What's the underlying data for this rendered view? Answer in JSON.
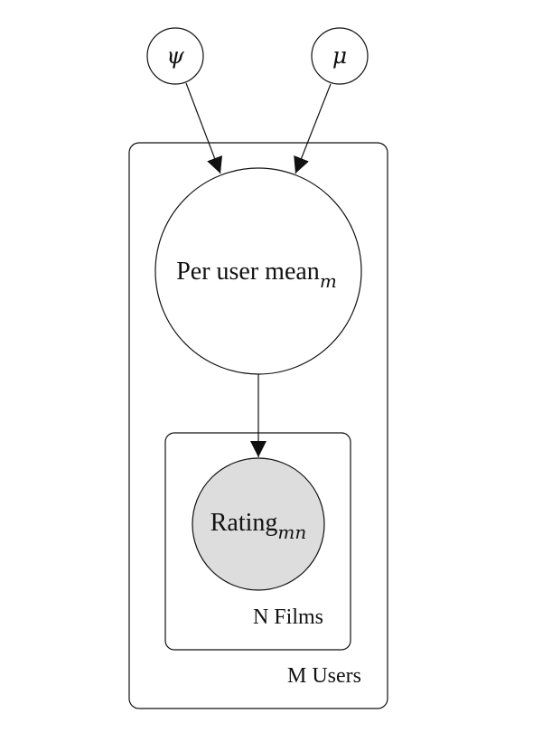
{
  "nodes": {
    "psi": {
      "label": "ψ"
    },
    "mu": {
      "label": "μ"
    },
    "user_mean": {
      "label": "Per user mean",
      "subscript": "m"
    },
    "rating": {
      "label": "Rating",
      "subscript": "mn",
      "observed": true
    }
  },
  "plates": {
    "users": {
      "label": "M Users"
    },
    "films": {
      "label": "N Films"
    }
  },
  "colors": {
    "stroke": "#111111",
    "observed_fill": "#dddddd",
    "latent_fill": "#ffffff"
  }
}
